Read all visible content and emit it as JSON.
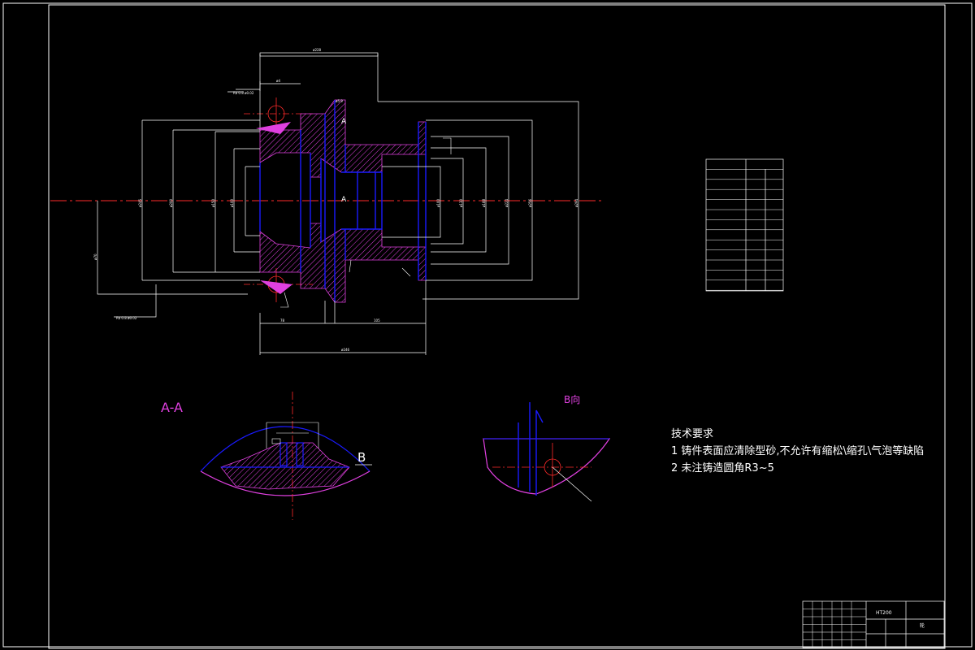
{
  "section_aa": {
    "title": "A-A",
    "marker_b": "B"
  },
  "view_b": {
    "title": "B向"
  },
  "section_marks": {
    "upper": "A",
    "lower": "A"
  },
  "tech_requirements": {
    "heading": "技术要求",
    "items": [
      "1  铸件表面应清除型砂,不允许有缩松\\缩孔\\气泡等缺陷",
      "2  未注铸造圆角R3~5"
    ]
  },
  "title_block": {
    "material": "HT200",
    "part_name": "轮"
  },
  "colors": {
    "background": "#000000",
    "line": "#ffffff",
    "hidden": "#1a1aff",
    "hatch": "#e040e0",
    "center": "#ff2a2a",
    "accent": "#e040e0"
  }
}
